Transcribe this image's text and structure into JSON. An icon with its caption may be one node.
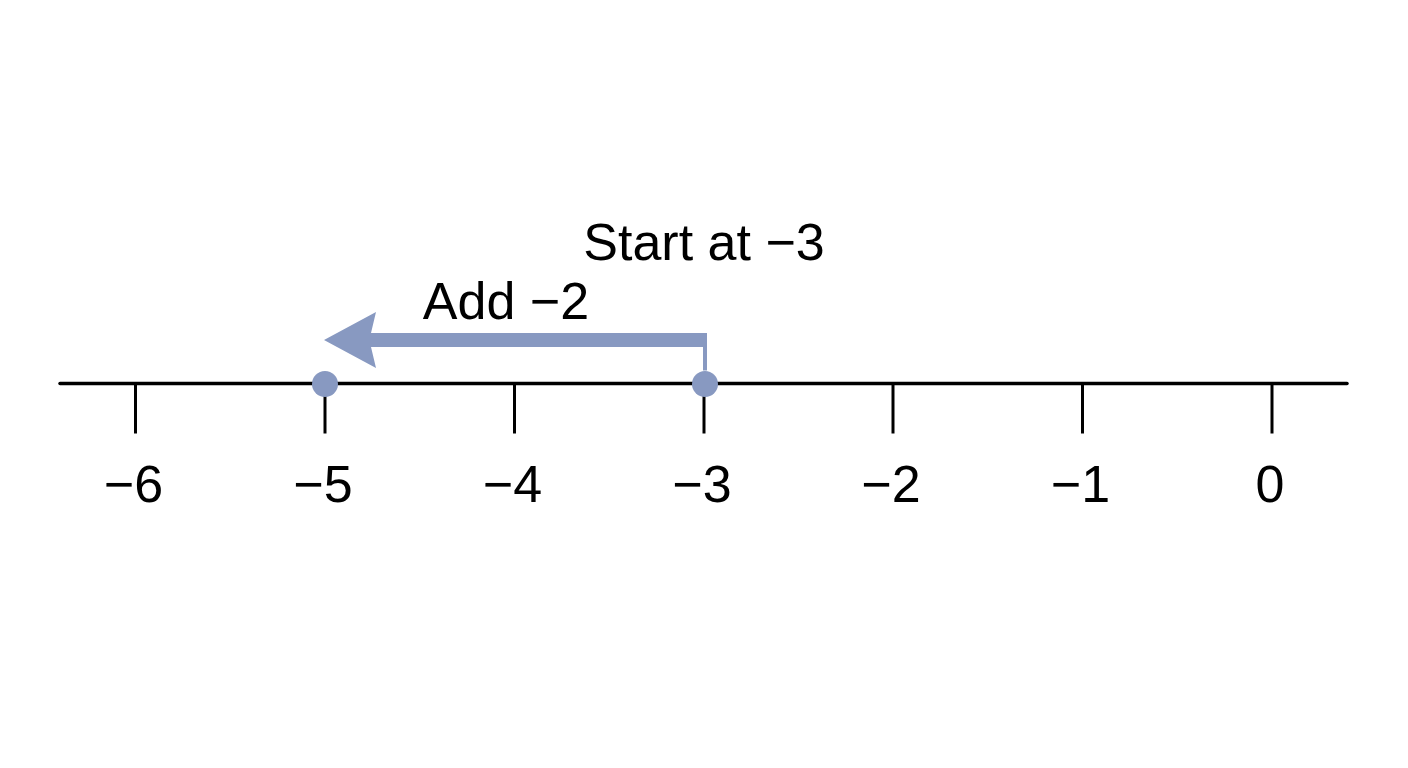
{
  "diagram": {
    "nodes": [
      {
        "text": [],
        "shape": "circle"
      },
      {
        "text": [],
        "shape": "circle",
        "beside": [
          "Start at −3"
        ]
      }
    ],
    "edges": [
      {
        "from": 1,
        "to": 0,
        "arrow": "to",
        "label": "Add −2",
        "color": "#8899c1"
      }
    ],
    "labels": [
      "−6",
      "−5",
      "−4",
      "−3",
      "−2",
      "−1",
      "0"
    ]
  }
}
